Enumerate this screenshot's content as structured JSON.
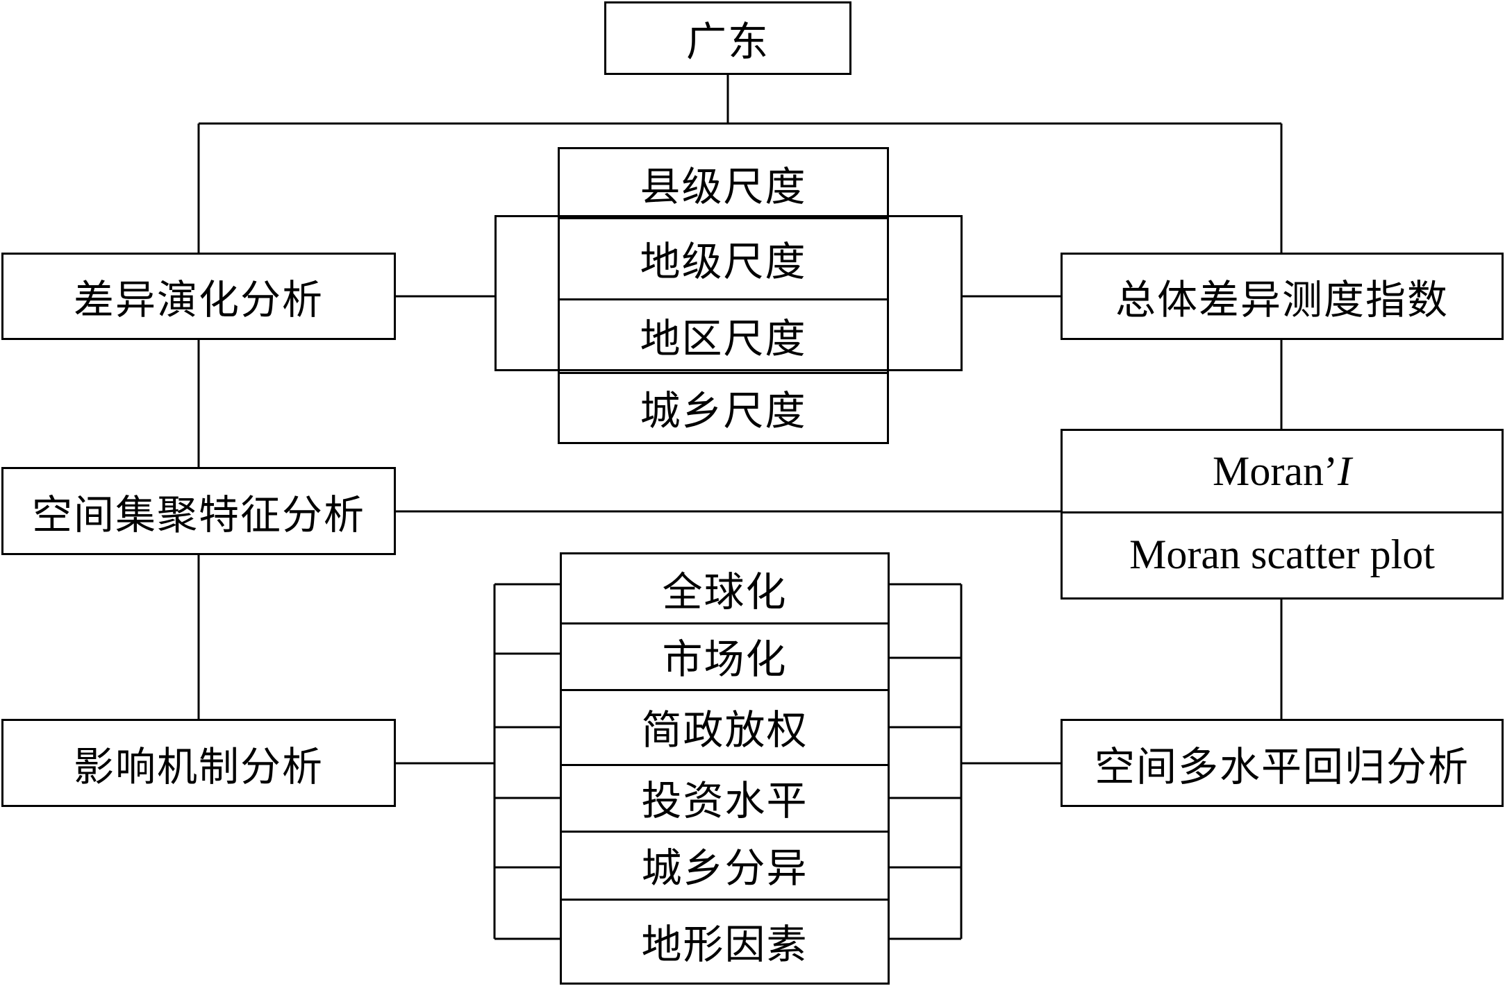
{
  "root": "广东",
  "analyses": {
    "difference_evolution": "差异演化分析",
    "spatial_agglomeration": "空间集聚特征分析",
    "influence_mechanism": "影响机制分析"
  },
  "scales": [
    "县级尺度",
    "地级尺度",
    "地区尺度",
    "城乡尺度"
  ],
  "methods": {
    "overall_difference_index": "总体差异测度指数",
    "moran_i_prefix": "Moran’",
    "moran_i_italic": "I",
    "moran_scatter_plot": "Moran scatter plot",
    "multilevel_regression": "空间多水平回归分析"
  },
  "factors": [
    "全球化",
    "市场化",
    "简政放权",
    "投资水平",
    "城乡分异",
    "地形因素"
  ]
}
